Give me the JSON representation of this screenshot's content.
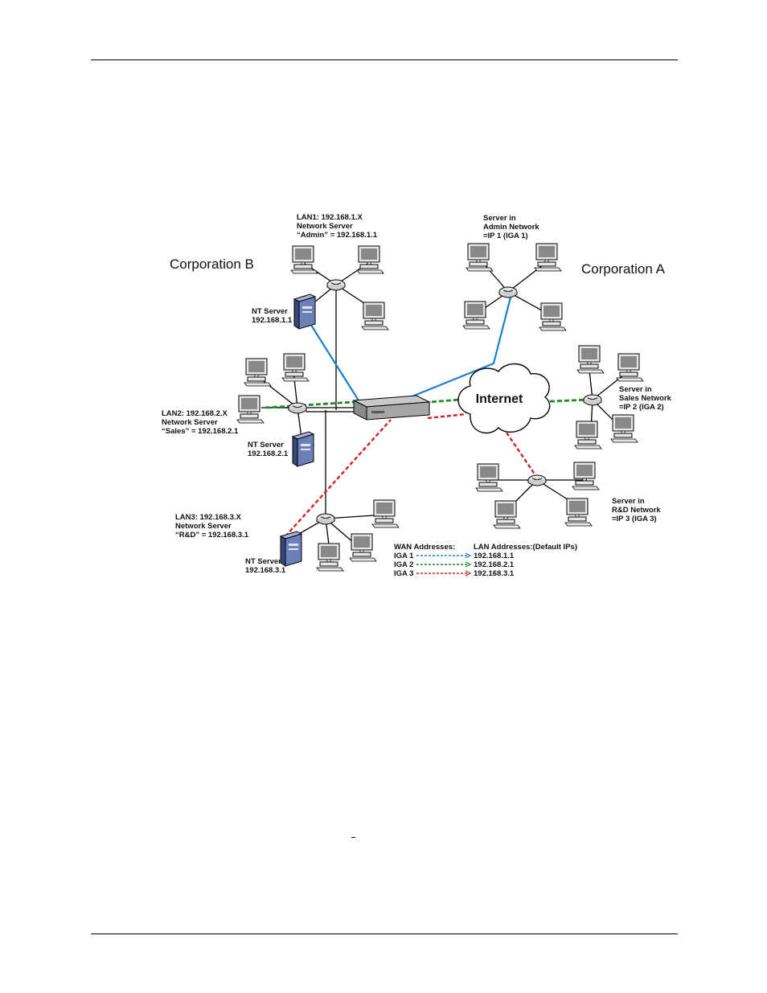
{
  "corporations": {
    "b": "Corporation B",
    "a": "Corporation A"
  },
  "cloud": "Internet",
  "corp_b": {
    "lan1": [
      "LAN1: 192.168.1.X",
      "Network Server",
      "“Admin” = 192.168.1.1"
    ],
    "lan2": [
      "LAN2: 192.168.2.X",
      "Network Server",
      "“Sales” = 192.168.2.1"
    ],
    "lan3": [
      "LAN3: 192.168.3.X",
      "Network Server",
      "“R&D” = 192.168.3.1"
    ],
    "nt1": [
      "NT Server",
      "192.168.1.1"
    ],
    "nt2": [
      "NT Server",
      "192.168.2.1"
    ],
    "nt3": [
      "NT Server",
      "192.168.3.1"
    ]
  },
  "corp_a": {
    "admin": [
      "Server in",
      "Admin Network",
      "=IP 1 (IGA 1)"
    ],
    "sales": [
      "Server in",
      "Sales Network",
      "=IP 2 (IGA 2)"
    ],
    "rnd": [
      "Server in",
      "R&D Network",
      "=IP 3 (IGA 3)"
    ]
  },
  "legend": {
    "wan_header": "WAN Addresses:",
    "lan_header": "LAN Addresses:(Default IPs)",
    "rows": [
      {
        "wan": "IGA 1",
        "lan": "192.168.1.1",
        "color": "#1a7fd0"
      },
      {
        "wan": "IGA 2",
        "lan": "192.168.2.1",
        "color": "#1a8a2a"
      },
      {
        "wan": "IGA 3",
        "lan": "192.168.3.1",
        "color": "#d42020"
      }
    ]
  },
  "colors": {
    "iga1": "#1a7fd0",
    "iga2": "#1a8a2a",
    "iga3": "#d42020",
    "line": "#000000"
  }
}
